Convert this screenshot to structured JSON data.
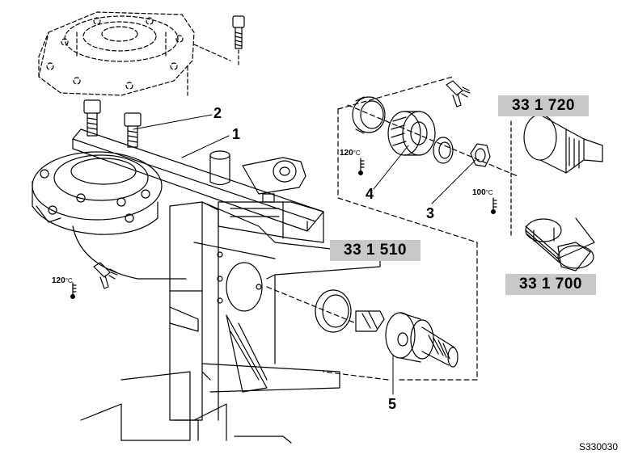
{
  "figure": {
    "figure_id": "S330030",
    "callouts": [
      "1",
      "2",
      "3",
      "4",
      "5"
    ],
    "tools": [
      "33 1 720",
      "33 1 510",
      "33 1 700"
    ],
    "temperatures": [
      {
        "value": "120",
        "unit": "°C"
      },
      {
        "value": "100",
        "unit": "°C"
      },
      {
        "value": "120",
        "unit": "°C"
      }
    ],
    "colors": {
      "line": "#000000",
      "label_background": "#c8c8c8",
      "dashed_ghost": "#000000",
      "background": "#ffffff"
    },
    "icons": [
      "heat-gun-icon",
      "thermometer-icon"
    ]
  }
}
